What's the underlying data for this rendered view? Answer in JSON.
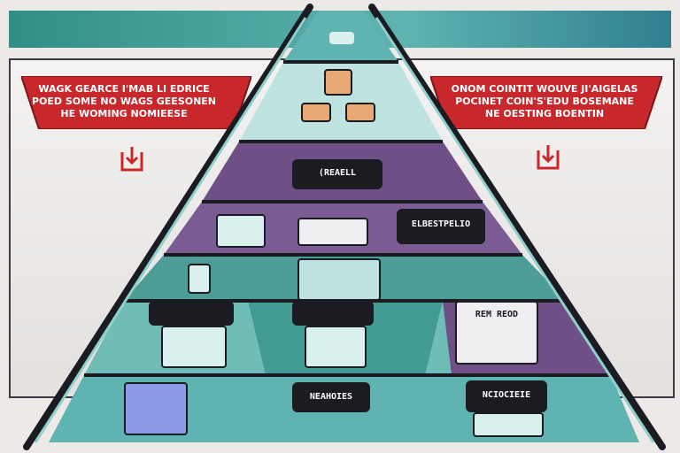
{
  "colors": {
    "teal": "#5fb3b0",
    "purple": "#6e4f86",
    "red": "#c8282b",
    "dark": "#1b1b22",
    "lightTeal": "#bfe3e0",
    "peach": "#e7a873"
  },
  "banners": {
    "left": {
      "line1": "WAGK GEARCE I'MAB LI EDRICE",
      "line2": "POED SOME NO WAGS GEESONEN",
      "line3": "HE WOMING NOMIEESE"
    },
    "right": {
      "line1": "ONOM COINTIT WOUVE JI'AIGELAS",
      "line2": "POCINET COIN'S'EDU BOSEMANE",
      "line3": "NE OESTING BOENTIN"
    }
  },
  "labels": {
    "tier2": "(REAELL",
    "tier3": "ELBESTPELIO",
    "tier5_right": "REM REOD",
    "tier6_center": "NEAHOIES",
    "tier6_right": "NCIOCIEIE"
  },
  "icons": {
    "left_arrow": "return-arrow-icon",
    "right_arrow": "return-arrow-icon"
  }
}
